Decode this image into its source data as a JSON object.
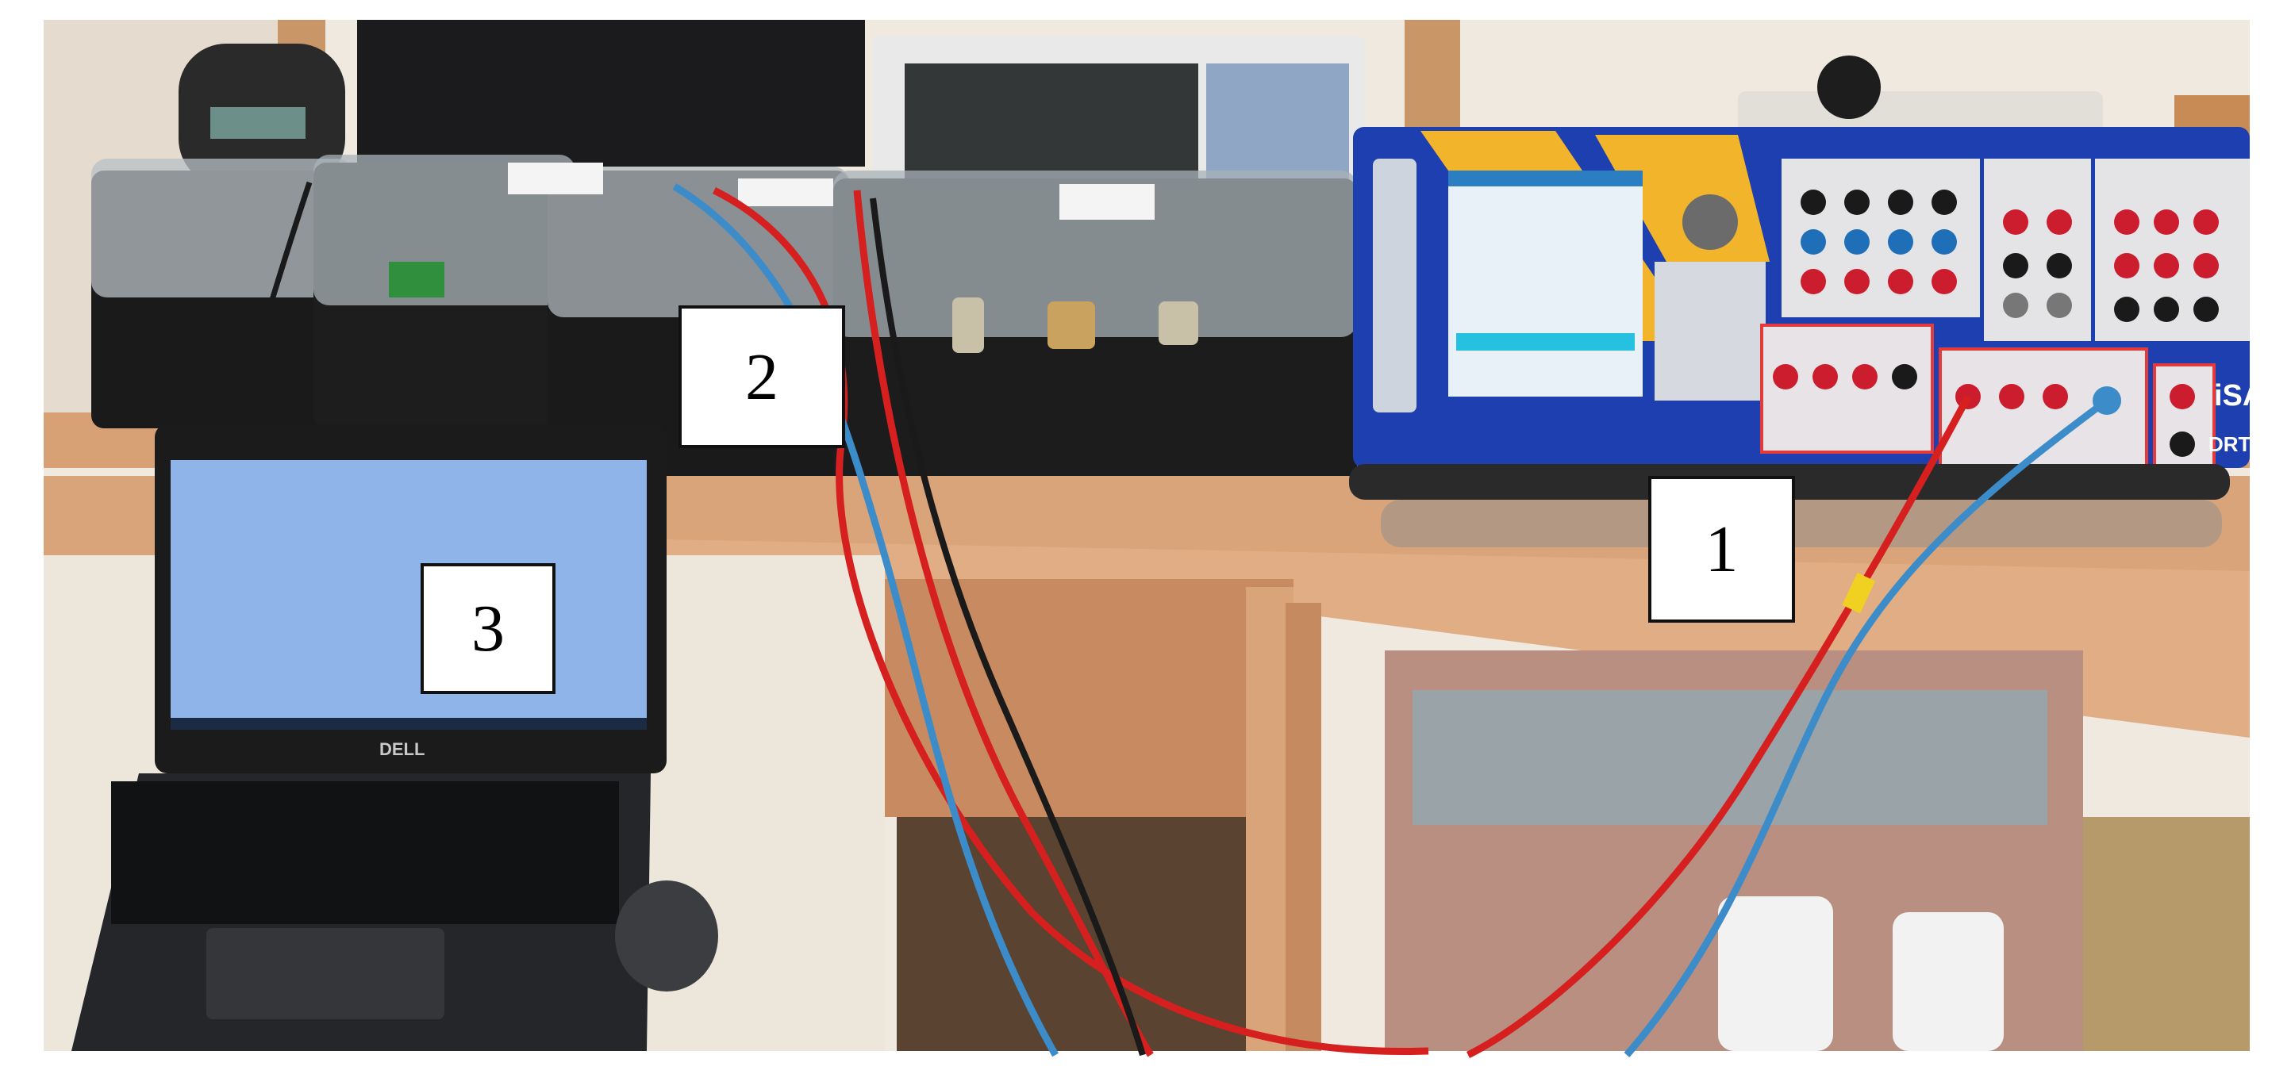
{
  "scene": {
    "callouts": [
      "1",
      "2",
      "3"
    ],
    "laptop_brand": "DELL",
    "instrument_brand": "iSA",
    "instrument_model": "DRTS"
  },
  "colors": {
    "wall": "#efe9df",
    "desk": "#d9a47a",
    "desk_edge": "#c68d62",
    "instrument_blue": "#1e3fb0",
    "instrument_yellow": "#f1b42b",
    "cable_red": "#d62020",
    "cable_blue": "#3b8cc9",
    "laptop_screen": "#8fb4ea"
  }
}
